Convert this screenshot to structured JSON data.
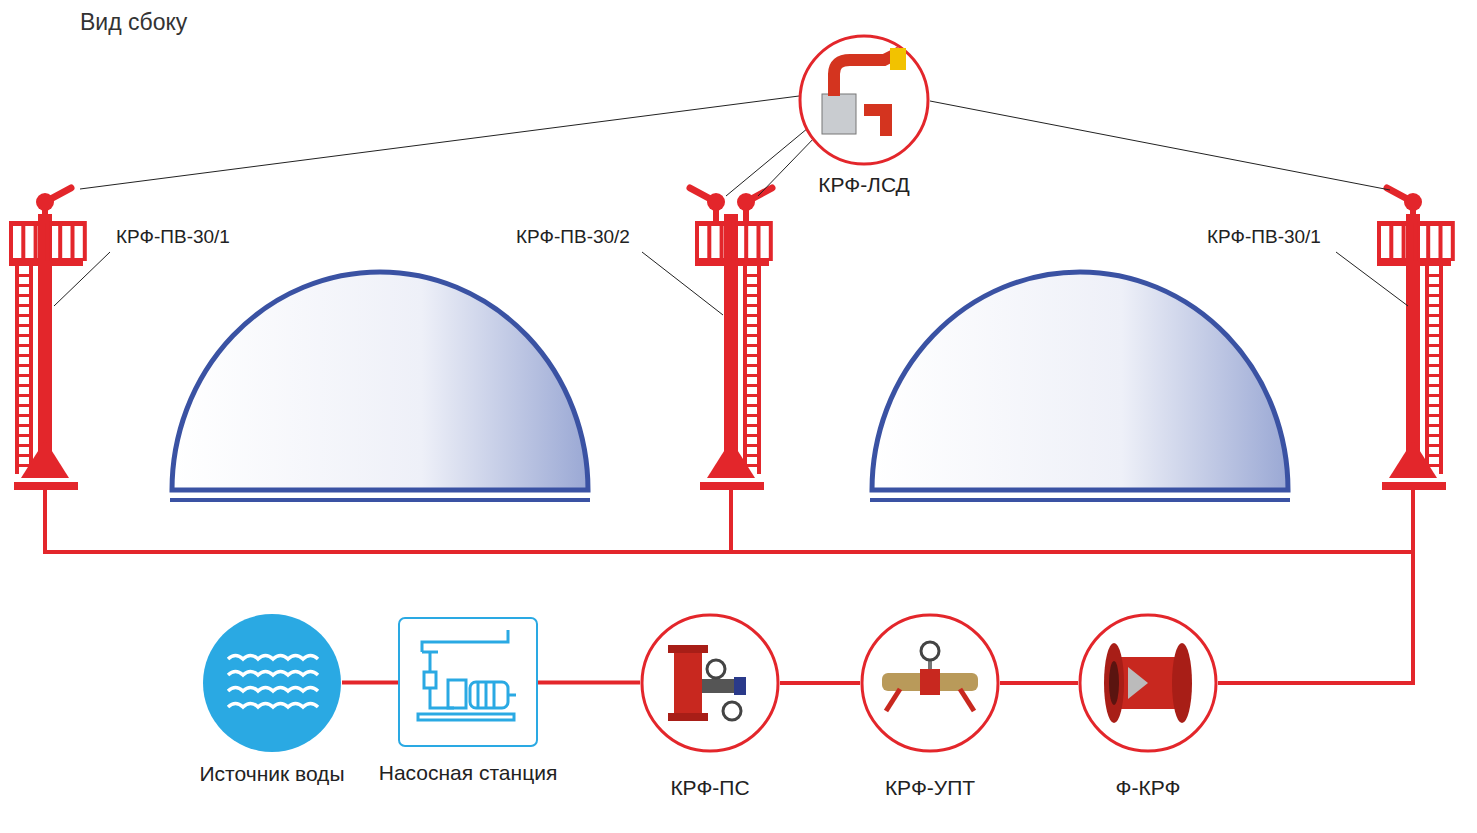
{
  "diagram": {
    "title": "Вид сбоку",
    "nodes": [
      {
        "text": [
          "КРФ-ЛСД"
        ]
      },
      {
        "text": [
          "Источник воды"
        ]
      },
      {
        "text": [
          "Насосная станция"
        ]
      },
      {
        "text": [
          "КРФ-ПС"
        ]
      },
      {
        "text": [
          "КРФ-УПТ"
        ]
      },
      {
        "text": [
          "Ф-КРФ"
        ]
      }
    ],
    "edges": [
      {
        "from": 1,
        "to": 2,
        "arrow": "none"
      },
      {
        "from": 2,
        "to": 3,
        "arrow": "none"
      },
      {
        "from": 3,
        "to": 4,
        "arrow": "none"
      },
      {
        "from": 4,
        "to": 5,
        "arrow": "none"
      }
    ],
    "labels": [
      "КРФ-ПВ-30/1",
      "КРФ-ПВ-30/2",
      "КРФ-ПВ-30/1"
    ]
  }
}
